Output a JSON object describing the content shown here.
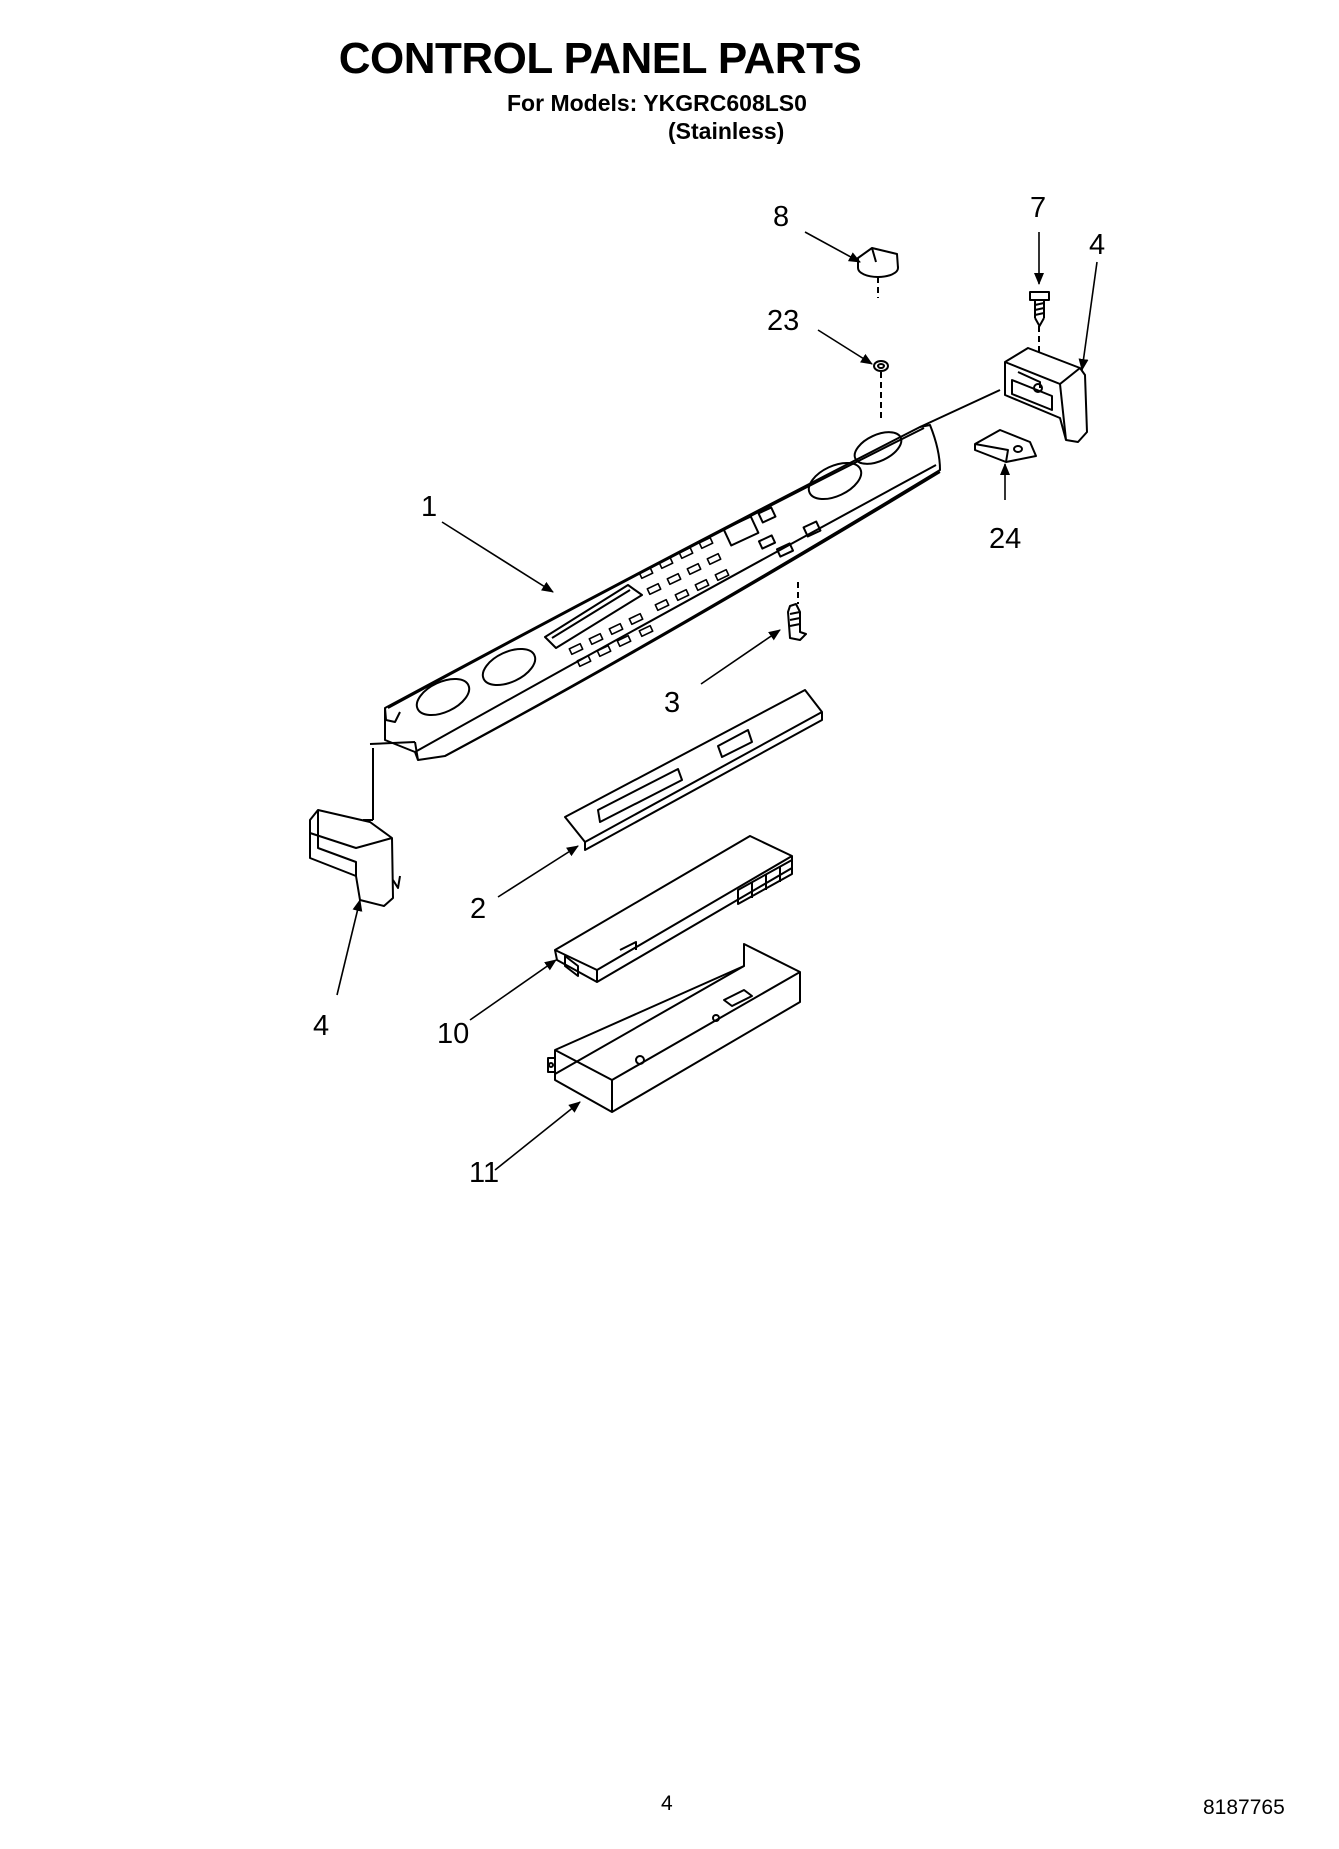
{
  "header": {
    "title": "CONTROL PANEL PARTS",
    "models_line": "For Models: YKGRC608LS0",
    "variant": "(Stainless)"
  },
  "callouts": {
    "c8": "8",
    "c7": "7",
    "c4_top": "4",
    "c23": "23",
    "c1": "1",
    "c24": "24",
    "c3": "3",
    "c2": "2",
    "c4_left": "4",
    "c10": "10",
    "c11": "11"
  },
  "footer": {
    "page_number": "4",
    "document_number": "8187765"
  }
}
